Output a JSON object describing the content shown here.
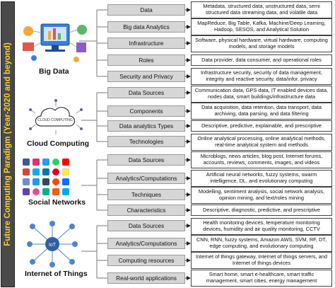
{
  "side_label": "Future Computing Paradigm (Year-2020 and beyond)",
  "groups": [
    {
      "title": "Big Data",
      "items": [
        {
          "category": "Data",
          "description": "Metadata, structured data, unstructured data, semi structured data streaming data, and volatile data"
        },
        {
          "category": "Big data Analytics",
          "description": "MapReduce, Big Table, Kafka, Machine/Deep Learning, Hadoop, SESOS, and Analytical Solution"
        },
        {
          "category": "Infrastructure",
          "description": "Software, physical hardware, virtual hardware, computing models, and storage models"
        },
        {
          "category": "Roles",
          "description": "Data provider, data consumer, and operational roles"
        },
        {
          "category": "Security and Privacy",
          "description": "Infrastructure security, security of data management, integrity and reactive security, data/infor. privacy"
        }
      ]
    },
    {
      "title": "Cloud Computing",
      "items": [
        {
          "category": "Data Sources",
          "description": "Communication data, GPS data, IT enabled devices data, nodes data, smart buildings/infrastructure data"
        },
        {
          "category": "Components",
          "description": "Data acquisition, data retention, data transport, data archiving, data parsing, and data filtering"
        },
        {
          "category": "Data analytics Types",
          "description": "Descriptive, predictive, explainable, and prescriptive"
        },
        {
          "category": "Technologies",
          "description": "Online analytical processing, online analytical methods, real-time analytical system and methods"
        }
      ]
    },
    {
      "title": "Social Networks",
      "items": [
        {
          "category": "Data Sources",
          "description": "Microblogs, news articles, blog post, Internet forums, accounts, reviews, comments, images, and videos"
        },
        {
          "category": "Analytics/Computations",
          "description": "Artificial neural networks, fuzzy systems, swarm intelligence, DL, and evolutionary computing"
        },
        {
          "category": "Techniques",
          "description": "Modelling, sentiment analysis, social network analysis, opinion mining, and text/roles mining"
        },
        {
          "category": "Characteristics",
          "description": "Descriptive, diagnostic, predictive, and prescriptive"
        }
      ]
    },
    {
      "title": "Internet of Things",
      "items": [
        {
          "category": "Data Sources",
          "description": "Health monitoring devices, temperature monitoring devices, humidity and air quality monitoring, CCTV"
        },
        {
          "category": "Analytics/Computations",
          "description": "CNN, RNN, fuzzy systems, Amazon AWS, SVM, RF, DT, edge computing, and evolutionary computing"
        },
        {
          "category": "Computing resources",
          "description": "Internet of things gateway, Internet of things servers, and Internet of things devices"
        },
        {
          "category": "Real-world applications",
          "description": "Smart home, smart e-healthcare, smart traffic management, smart cities, energy management"
        }
      ]
    }
  ],
  "cloud_icon_text": "CLOUD COMPUTING",
  "colors": {
    "side_bar": "#4a4a4a",
    "side_text": "#f6d22b",
    "category_fill": "#d6d6d6"
  }
}
